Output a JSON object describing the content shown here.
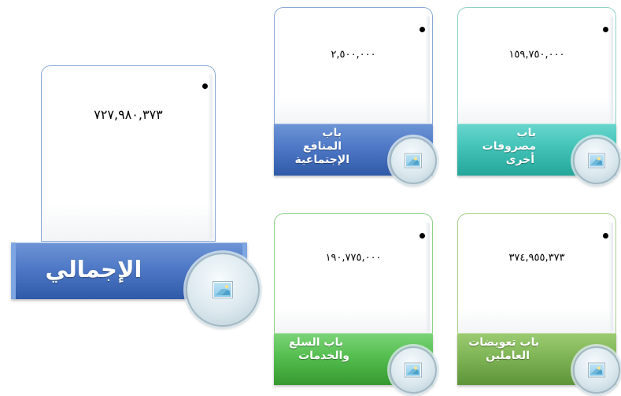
{
  "total": {
    "value": "٧٢٧,٩٨٠,٣٧٣",
    "label": "الإجمالي"
  },
  "items": [
    {
      "value": "٢,٥٠٠,٠٠٠",
      "label_line1": "باب المنافع",
      "label_line2": "الإجتماعية"
    },
    {
      "value": "١٥٩,٧٥٠,٠٠٠",
      "label_line1": "باب مصروفات",
      "label_line2": "أخرى"
    },
    {
      "value": "١٩٠,٧٧٥,٠٠٠",
      "label_line1": "باب السلع",
      "label_line2": "والخدمات"
    },
    {
      "value": "٣٧٤,٩٥٥,٣٧٣",
      "label_line1": "باب تعويضات",
      "label_line2": "العاملين"
    }
  ],
  "colors": {
    "total_label": "#4f79c6",
    "social_benefits": "#4f79c6",
    "other_expenses": "#43c3b8",
    "goods_services": "#55be50",
    "employee_compensation": "#7fb556"
  },
  "icons": [
    "picture-placeholder-icon"
  ]
}
